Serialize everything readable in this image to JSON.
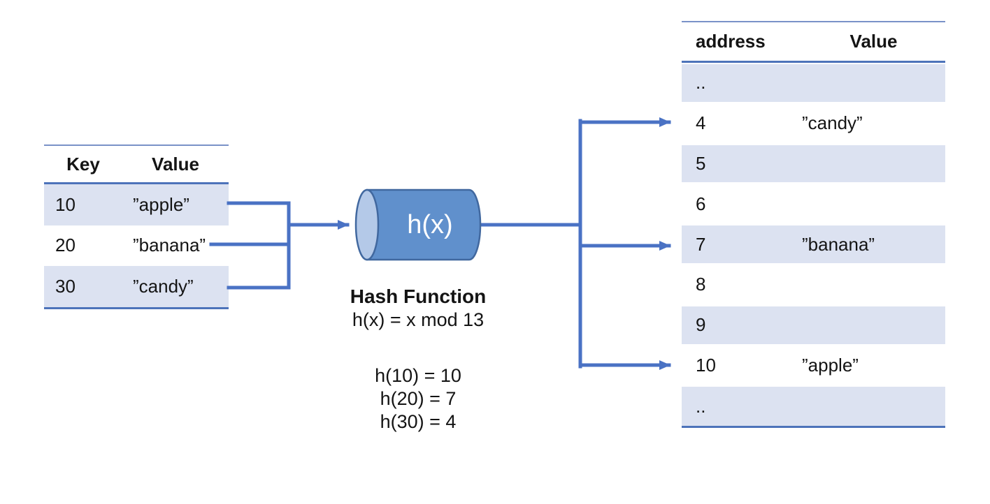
{
  "left_table": {
    "headers": {
      "key": "Key",
      "value": "Value"
    },
    "rows": [
      {
        "key": "10",
        "value": "”apple”"
      },
      {
        "key": "20",
        "value": "”banana”"
      },
      {
        "key": "30",
        "value": "”candy”"
      }
    ]
  },
  "hash_function": {
    "cylinder_label": "h(x)",
    "title": "Hash Function",
    "formula": "h(x) = x mod 13",
    "mappings": [
      "h(10) = 10",
      "h(20) = 7",
      "h(30) = 4"
    ]
  },
  "right_table": {
    "headers": {
      "address": "address",
      "value": "Value"
    },
    "rows": [
      {
        "address": "..",
        "value": ""
      },
      {
        "address": "4",
        "value": "”candy”"
      },
      {
        "address": "5",
        "value": ""
      },
      {
        "address": "6",
        "value": ""
      },
      {
        "address": "7",
        "value": "”banana”"
      },
      {
        "address": "8",
        "value": ""
      },
      {
        "address": "9",
        "value": ""
      },
      {
        "address": "10",
        "value": "”apple”"
      },
      {
        "address": "..",
        "value": ""
      }
    ]
  },
  "colors": {
    "accent_blue": "#4a72c4",
    "row_shade": "#dce2f1",
    "table_line": "#4d73ba",
    "cylinder_body": "#6090cc",
    "cylinder_cap": "#b4c9e8",
    "cylinder_border": "#41689f"
  }
}
